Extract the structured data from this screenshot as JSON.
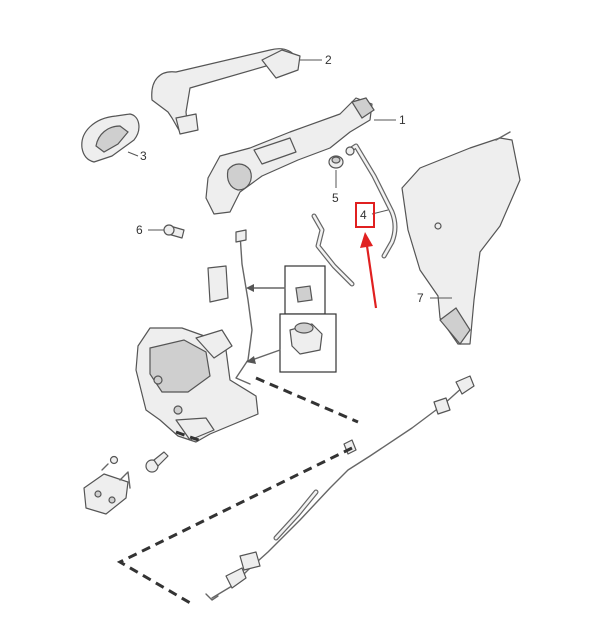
{
  "callouts": [
    {
      "id": "1",
      "label": "1"
    },
    {
      "id": "2",
      "label": "2"
    },
    {
      "id": "3",
      "label": "3"
    },
    {
      "id": "4",
      "label": "4"
    },
    {
      "id": "5",
      "label": "5"
    },
    {
      "id": "6",
      "label": "6"
    },
    {
      "id": "7",
      "label": "7"
    }
  ],
  "highlight": {
    "callout": "4",
    "color": "#e02020"
  }
}
